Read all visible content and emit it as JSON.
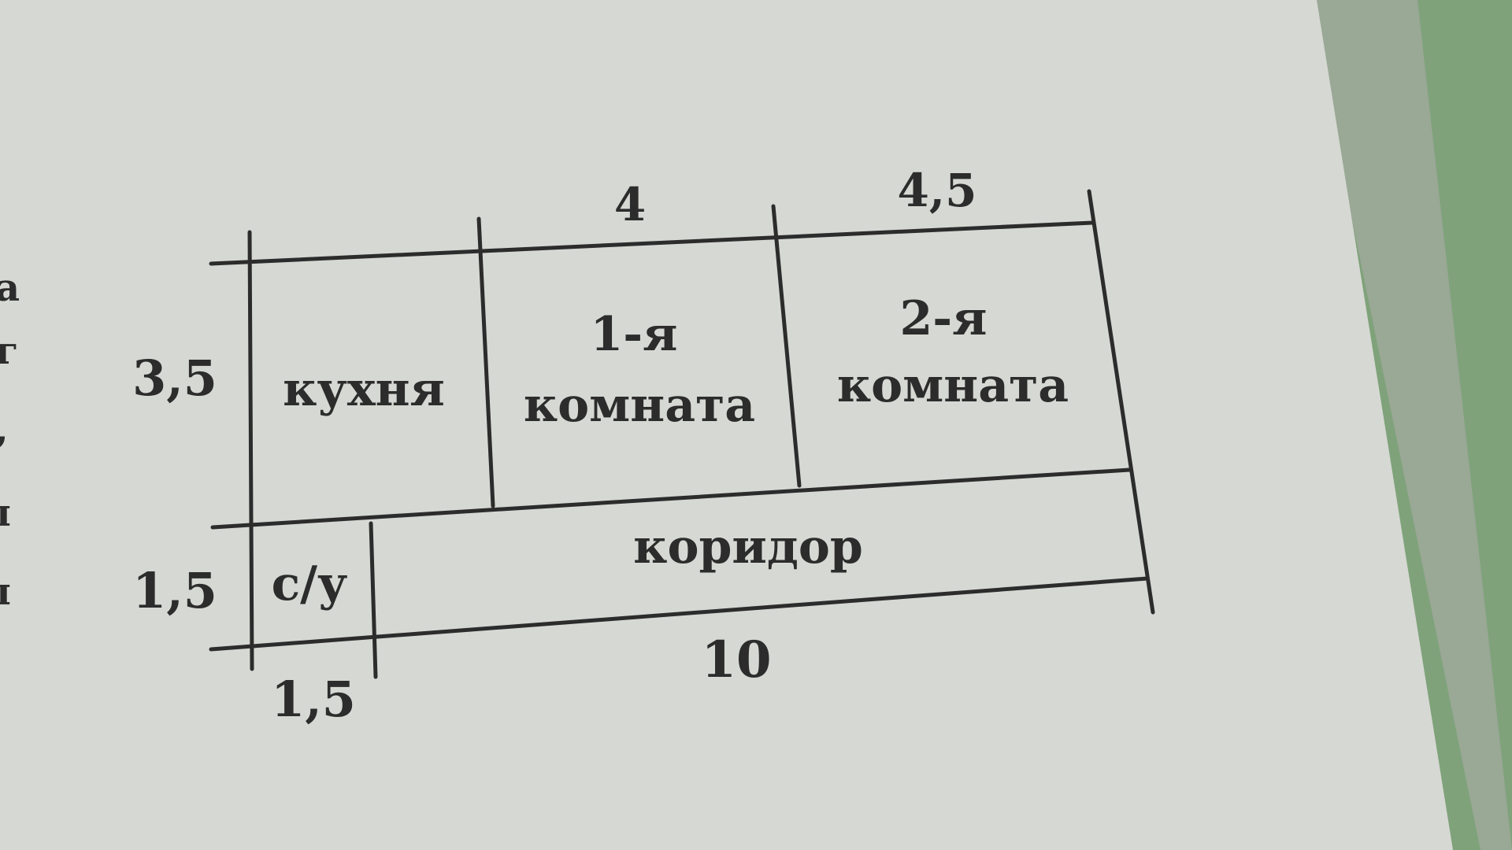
{
  "floor_plan": {
    "dimensions": {
      "top_width_a": "4",
      "top_width_b": "4,5",
      "left_height_rooms": "3,5",
      "left_height_bottom": "1,5",
      "bottom_width_small": "1,5",
      "bottom_width_total": "10"
    },
    "rooms": {
      "kitchen": "кухня",
      "room1_line1": "1-я",
      "room1_line2": "комната",
      "room2_line1": "2-я",
      "room2_line2": "комната",
      "bathroom": "с/у",
      "corridor": "коридор"
    },
    "margin_letters": [
      "а",
      "г",
      ",",
      "л",
      "л"
    ]
  },
  "colors": {
    "paper": "#d6d8d3",
    "ink": "#2c2c2c",
    "background_green": "#7fa27a"
  }
}
